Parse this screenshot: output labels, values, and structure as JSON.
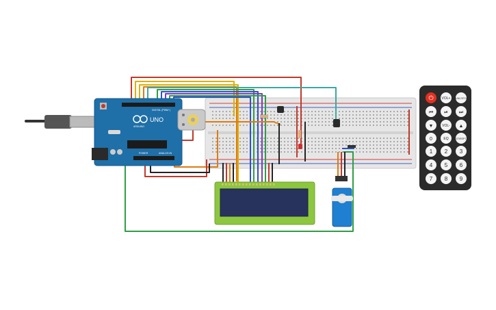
{
  "arduino": {
    "brand": "UNO",
    "logo_text": "ARDUINO",
    "digital_label": "DIGITAL (PWM~)",
    "power_label": "POWER",
    "analog_label": "ANALOG IN"
  },
  "remote": {
    "power_label": "⏻",
    "vol_plus": "VOL+",
    "func_stop": "FUNC/STOP",
    "prev": "⏮",
    "play_pause": "⏯",
    "next": "⏭",
    "down": "▼",
    "vol_minus": "VOL-",
    "up": "▲",
    "zero": "0",
    "eq": "EQ",
    "st_rept": "ST/REPT",
    "digits": [
      "1",
      "2",
      "3",
      "4",
      "5",
      "6",
      "7",
      "8",
      "9"
    ]
  },
  "colors": {
    "red": "#c0392b",
    "yellow": "#e0b000",
    "orange": "#e07a10",
    "green": "#2e9e44",
    "blue": "#3050c8",
    "purple": "#7a3cc0",
    "teal": "#3aa9a0",
    "black": "#222222",
    "board": "#1f6fa8",
    "lcd": "#8dc63f",
    "lcd_screen": "#27335c",
    "breadboard": "#e8e8e8",
    "remote": "#2b2b2b",
    "servo": "#1f7fd0"
  }
}
